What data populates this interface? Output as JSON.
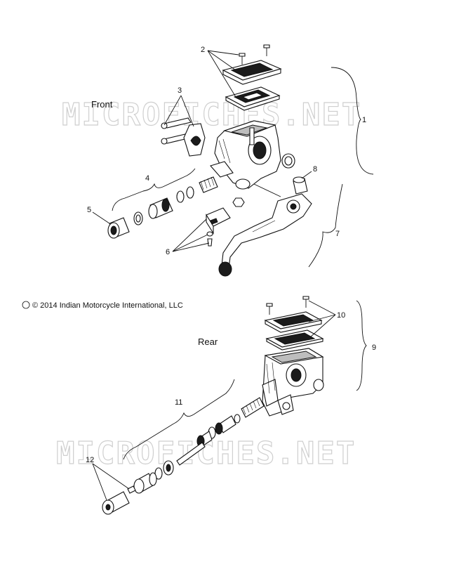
{
  "labels": {
    "front": "Front",
    "rear": "Rear",
    "copyright": "© 2014 Indian Motorcycle International, LLC",
    "watermark": "MICROFICHES.NET"
  },
  "callouts": [
    "1",
    "2",
    "3",
    "4",
    "5",
    "6",
    "7",
    "8",
    "9",
    "10",
    "11",
    "12"
  ]
}
